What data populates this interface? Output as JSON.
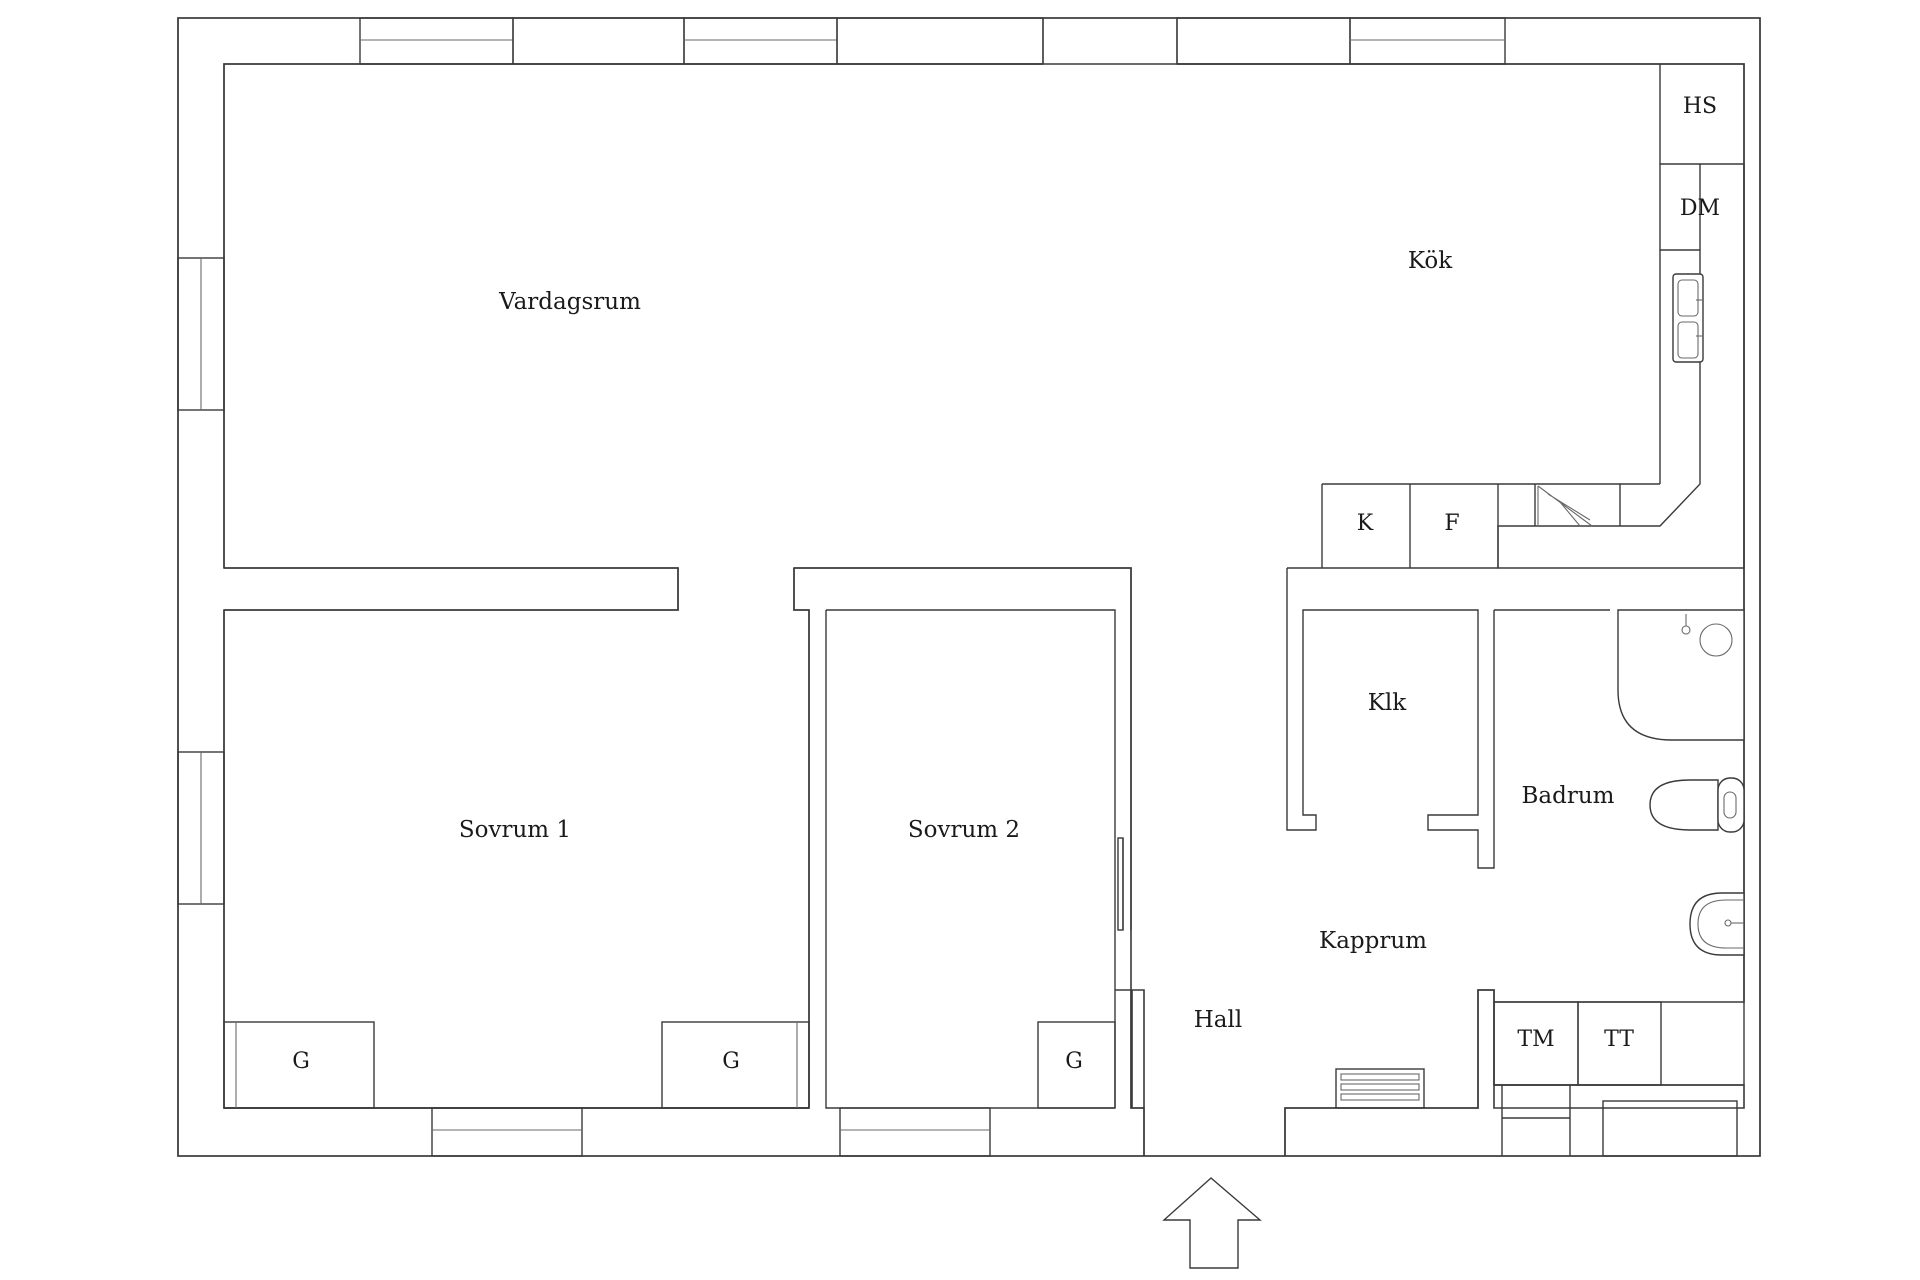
{
  "rooms": {
    "vardagsrum": "Vardagsrum",
    "kok": "Kök",
    "sovrum1": "Sovrum 1",
    "sovrum2": "Sovrum 2",
    "klk": "Klk",
    "badrum": "Badrum",
    "kapprum": "Kapprum",
    "hall": "Hall"
  },
  "fixtures": {
    "hs": "HS",
    "dm": "DM",
    "k": "K",
    "f": "F",
    "tm": "TM",
    "tt": "TT",
    "wardrobe": "G"
  },
  "icons": {
    "entrance": "entrance-arrow-icon",
    "sink": "double-sink-icon",
    "stove": "stove-icon",
    "toilet": "toilet-icon",
    "washbasin": "washbasin-icon",
    "shower": "shower-icon",
    "radiator": "radiator-icon"
  },
  "colors": {
    "stroke": "#3a3a3a",
    "background": "#ffffff"
  }
}
